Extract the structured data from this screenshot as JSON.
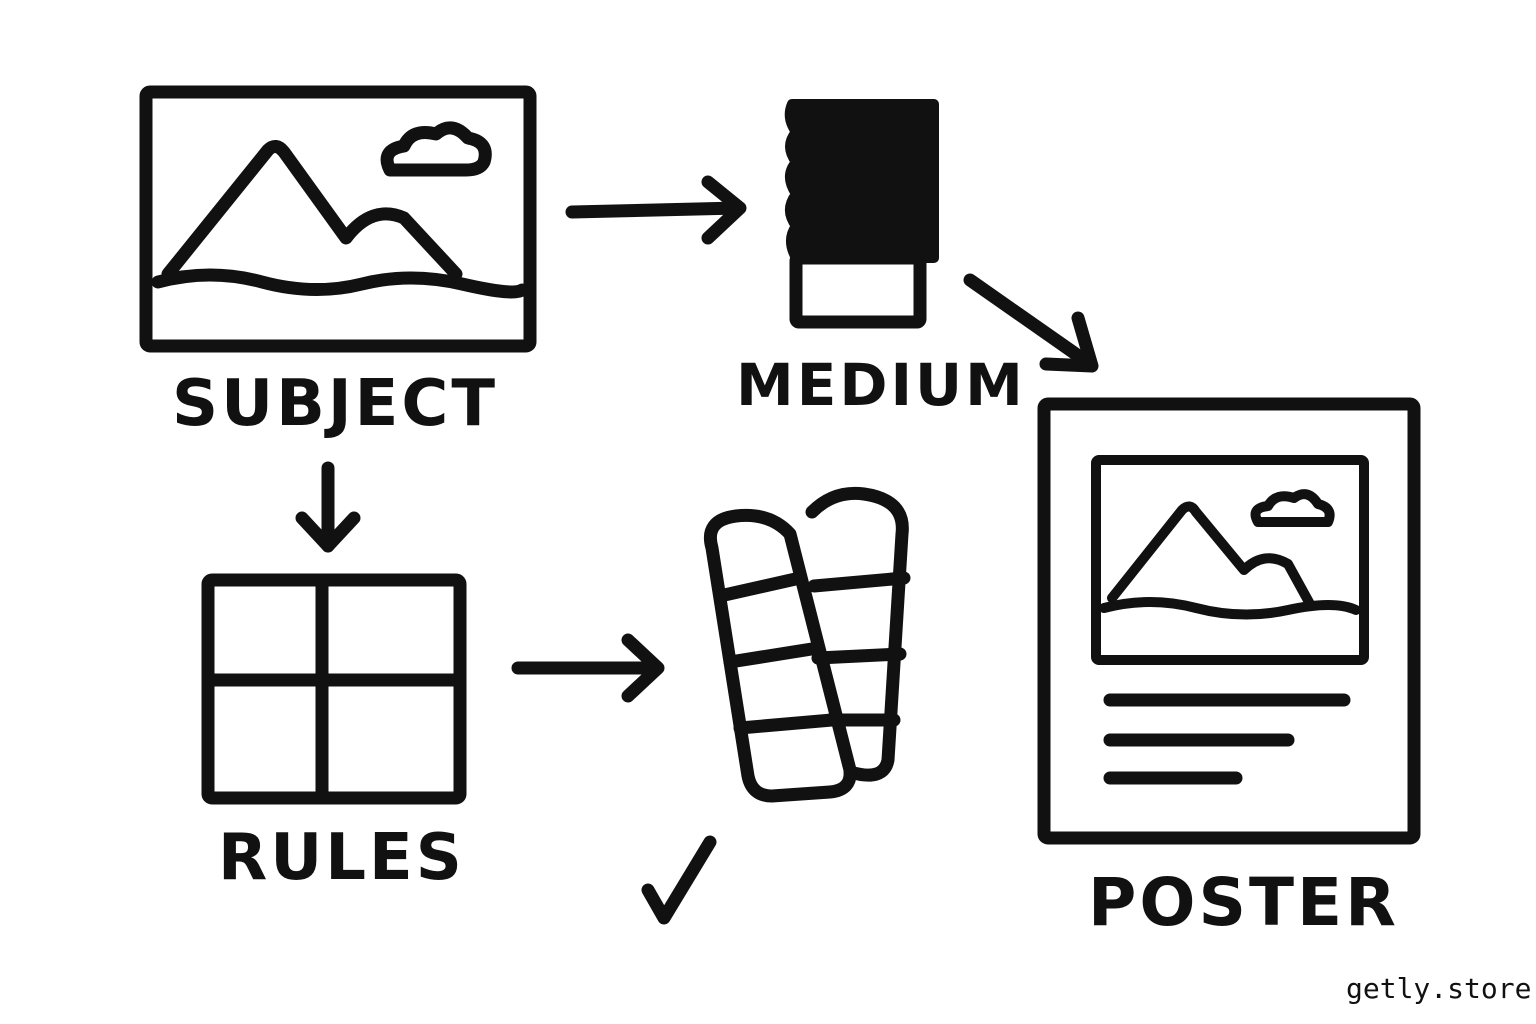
{
  "nodes": {
    "subject": {
      "label": "SUBJECT",
      "icon": "landscape-picture-icon"
    },
    "medium": {
      "label": "MEDIUM",
      "icon": "paint-tube-icon"
    },
    "rules": {
      "label": "RULES",
      "icon": "grid-icon"
    },
    "swatches": {
      "label": "",
      "icon": "color-swatch-icon"
    },
    "poster": {
      "label": "POSTER",
      "icon": "poster-icon"
    }
  },
  "edges": [
    {
      "from": "subject",
      "to": "medium"
    },
    {
      "from": "medium",
      "to": "poster"
    },
    {
      "from": "subject",
      "to": "rules"
    },
    {
      "from": "rules",
      "to": "swatches"
    }
  ],
  "checkmark_icon": "checkmark-icon",
  "watermark": "getly.store",
  "colors": {
    "ink": "#111111",
    "background": "#ffffff"
  }
}
